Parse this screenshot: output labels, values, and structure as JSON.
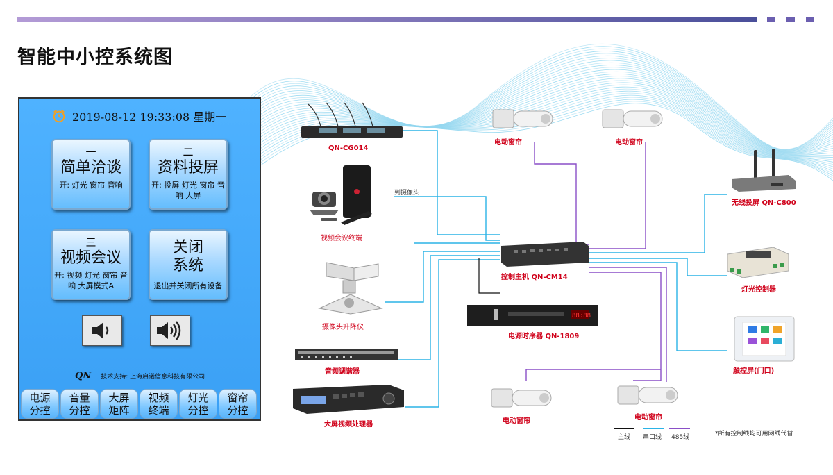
{
  "page": {
    "title": "智能中小控系统图"
  },
  "panel": {
    "datetime": "2019-08-12  19:33:08  星期一",
    "tiles": [
      {
        "num": "一",
        "title": "简单洽谈",
        "sub": "开: 灯光  窗帘  音响"
      },
      {
        "num": "二",
        "title": "资料投屏",
        "sub": "开: 投屏  灯光  窗帘  音响  大屏"
      },
      {
        "num": "三",
        "title": "视频会议",
        "sub": "开: 视频  灯光  窗帘  音响  大屏模式A"
      },
      {
        "num": "",
        "title": "关闭\n系统",
        "sub": "退出并关闭所有设备"
      }
    ],
    "support_logo": "QN",
    "support_text": "技术支持: 上海启诺信息科技有限公司",
    "bottom": [
      "电源\n分控",
      "音量\n分控",
      "大屏\n矩阵",
      "视频\n终端",
      "灯光\n分控",
      "窗帘\n分控"
    ]
  },
  "devices": {
    "mic": "QN-CG014",
    "video_terminal": "视频会议终端",
    "to_camera": "到摄像头",
    "camera_lift": "摄像头升降仪",
    "audio_tuner": "音频调谐器",
    "video_processor": "大屏视频处理器",
    "main_host": "控制主机 QN-CM14",
    "power_seq": "电源时序器  QN-1809",
    "curtain_tl": "电动窗帘",
    "curtain_tr": "电动窗帘",
    "curtain_bl": "电动窗帘",
    "curtain_br": "电动窗帘",
    "wireless": "无线投屏 QN-C800",
    "light_ctrl": "灯光控制器",
    "touch_screen": "触控屏(门口)"
  },
  "legend": {
    "main": "主线",
    "serial": "串口线",
    "rs485": "485线",
    "colors": {
      "main": "#111111",
      "serial": "#2bb3e6",
      "rs485": "#8a4fc7"
    },
    "note": "*所有控制线均可用网线代替"
  }
}
